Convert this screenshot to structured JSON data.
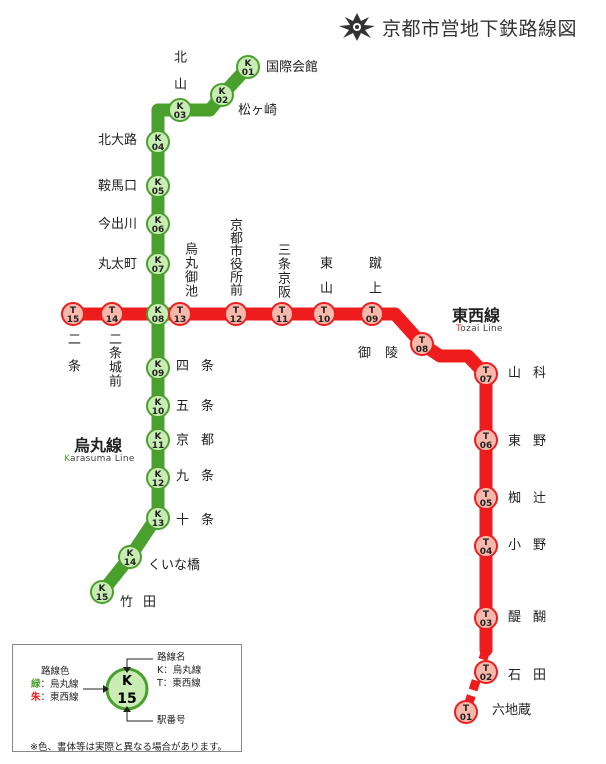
{
  "title": "京都市営地下鉄路線図",
  "lines": {
    "karasuma": {
      "name": "烏丸線",
      "en_initial": "K",
      "en_rest": "arasuma Line",
      "color": "#4aa02c",
      "station_fill": "#c8ecb4"
    },
    "tozai": {
      "name": "東西線",
      "en_initial": "T",
      "en_rest": "ozai Line",
      "color": "#ee1c1c",
      "station_fill": "#f8b9ac"
    }
  },
  "karasuma_stations": [
    {
      "code_letter": "K",
      "code_num": "01",
      "name": "国際会館"
    },
    {
      "code_letter": "K",
      "code_num": "02",
      "name": "松ヶ崎"
    },
    {
      "code_letter": "K",
      "code_num": "03",
      "name": "北山"
    },
    {
      "code_letter": "K",
      "code_num": "04",
      "name": "北大路"
    },
    {
      "code_letter": "K",
      "code_num": "05",
      "name": "鞍馬口"
    },
    {
      "code_letter": "K",
      "code_num": "06",
      "name": "今出川"
    },
    {
      "code_letter": "K",
      "code_num": "07",
      "name": "丸太町"
    },
    {
      "code_letter": "K",
      "code_num": "08",
      "name": "烏丸御池"
    },
    {
      "code_letter": "K",
      "code_num": "09",
      "name": "四条"
    },
    {
      "code_letter": "K",
      "code_num": "10",
      "name": "五条"
    },
    {
      "code_letter": "K",
      "code_num": "11",
      "name": "京都"
    },
    {
      "code_letter": "K",
      "code_num": "12",
      "name": "九条"
    },
    {
      "code_letter": "K",
      "code_num": "13",
      "name": "十条"
    },
    {
      "code_letter": "K",
      "code_num": "14",
      "name": "くいな橋"
    },
    {
      "code_letter": "K",
      "code_num": "15",
      "name": "竹田"
    }
  ],
  "tozai_stations": [
    {
      "code_letter": "T",
      "code_num": "01",
      "name": "六地蔵"
    },
    {
      "code_letter": "T",
      "code_num": "02",
      "name": "石田"
    },
    {
      "code_letter": "T",
      "code_num": "03",
      "name": "醍醐"
    },
    {
      "code_letter": "T",
      "code_num": "04",
      "name": "小野"
    },
    {
      "code_letter": "T",
      "code_num": "05",
      "name": "椥辻"
    },
    {
      "code_letter": "T",
      "code_num": "06",
      "name": "東野"
    },
    {
      "code_letter": "T",
      "code_num": "07",
      "name": "山科"
    },
    {
      "code_letter": "T",
      "code_num": "08",
      "name": "御陵"
    },
    {
      "code_letter": "T",
      "code_num": "09",
      "name": "蹴上"
    },
    {
      "code_letter": "T",
      "code_num": "10",
      "name": "東山"
    },
    {
      "code_letter": "T",
      "code_num": "11",
      "name": "三条京阪"
    },
    {
      "code_letter": "T",
      "code_num": "12",
      "name": "京都市役所前"
    },
    {
      "code_letter": "T",
      "code_num": "13",
      "name": ""
    },
    {
      "code_letter": "T",
      "code_num": "14",
      "name": "二条城前"
    },
    {
      "code_letter": "T",
      "code_num": "15",
      "name": "二条"
    }
  ],
  "legend": {
    "line_color_title": "路線色",
    "green_char": "緑",
    "green_line": "：烏丸線",
    "red_char": "朱",
    "red_line": "：東西線",
    "line_name_title": "路線名",
    "k_line": "K：烏丸線",
    "t_line": "T：東西線",
    "sample_letter": "K",
    "sample_num": "15",
    "station_number_label": "駅番号"
  },
  "note": "※色、書体等は実際と異なる場合があります。"
}
